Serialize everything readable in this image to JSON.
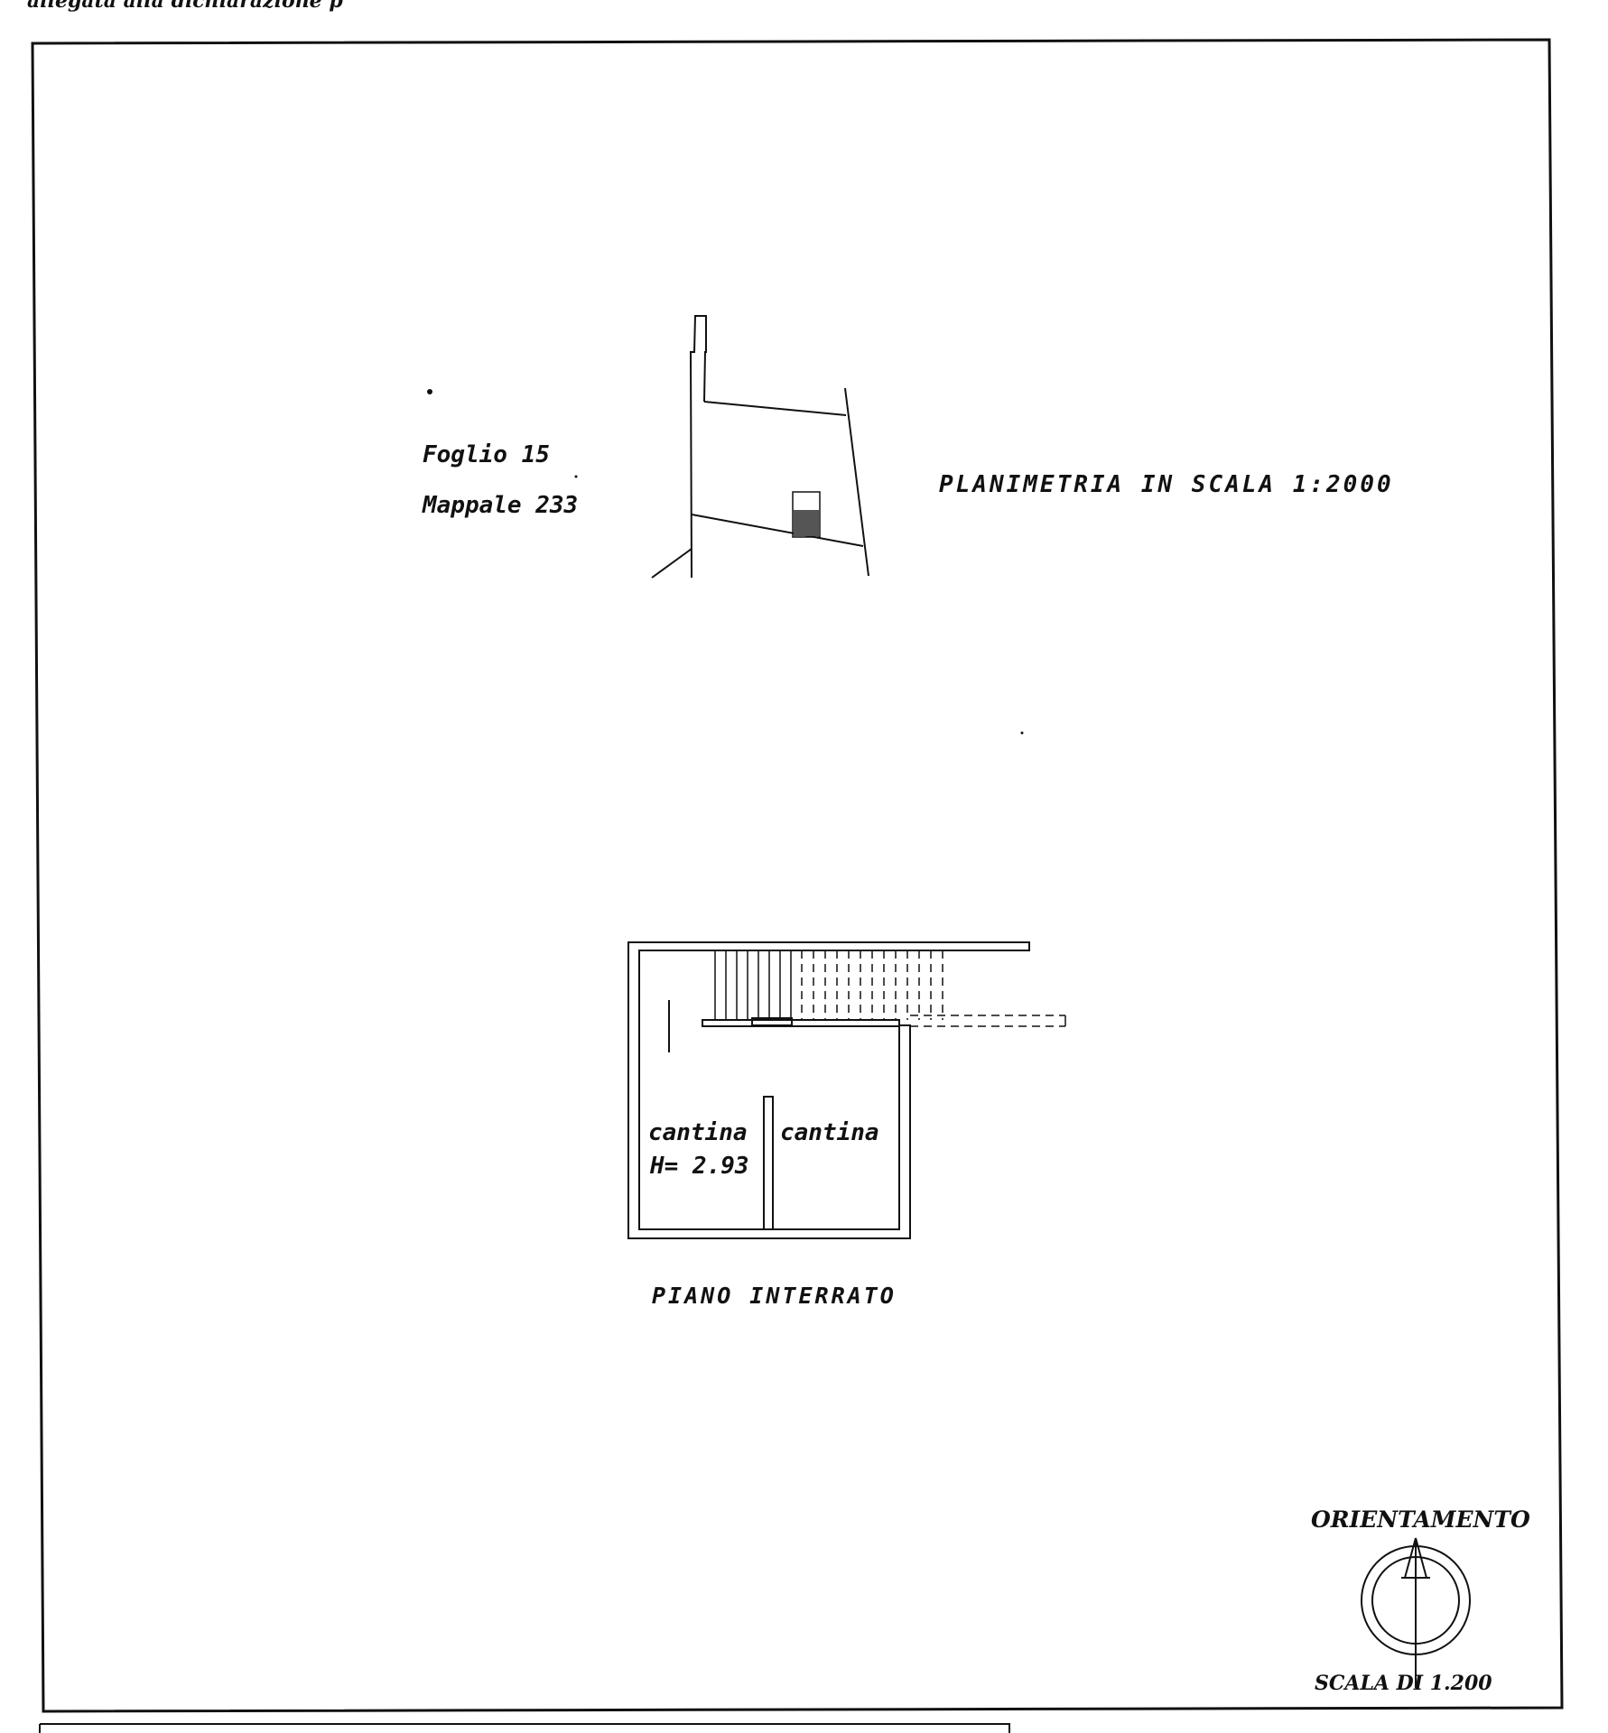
{
  "header_fragment": "allegata alla dichiarazione p",
  "site_plan": {
    "foglio": "Foglio 15",
    "mappale": "Mappale 233",
    "scale_title": "PLANIMETRIA IN SCALA 1:2000"
  },
  "floor_plan": {
    "room_left": "cantina",
    "height_label": "H= 2.93",
    "room_right": "cantina",
    "floor_title": "PIANO INTERRATO"
  },
  "orientation": {
    "title": "ORIENTAMENTO",
    "scale": "SCALA DI 1.200"
  }
}
